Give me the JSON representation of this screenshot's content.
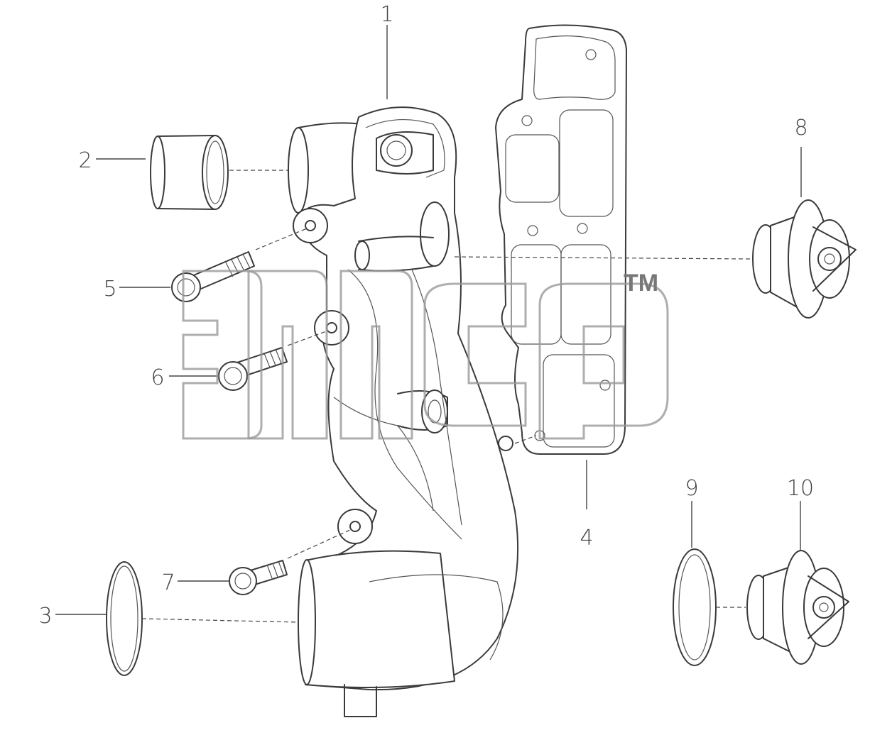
{
  "callouts": [
    {
      "id": "1",
      "label": "1"
    },
    {
      "id": "2",
      "label": "2"
    },
    {
      "id": "3",
      "label": "3"
    },
    {
      "id": "4",
      "label": "4"
    },
    {
      "id": "5",
      "label": "5"
    },
    {
      "id": "6",
      "label": "6"
    },
    {
      "id": "7",
      "label": "7"
    },
    {
      "id": "8",
      "label": "8"
    },
    {
      "id": "9",
      "label": "9"
    },
    {
      "id": "10",
      "label": "10"
    }
  ],
  "watermark": {
    "trademark": "TM"
  }
}
